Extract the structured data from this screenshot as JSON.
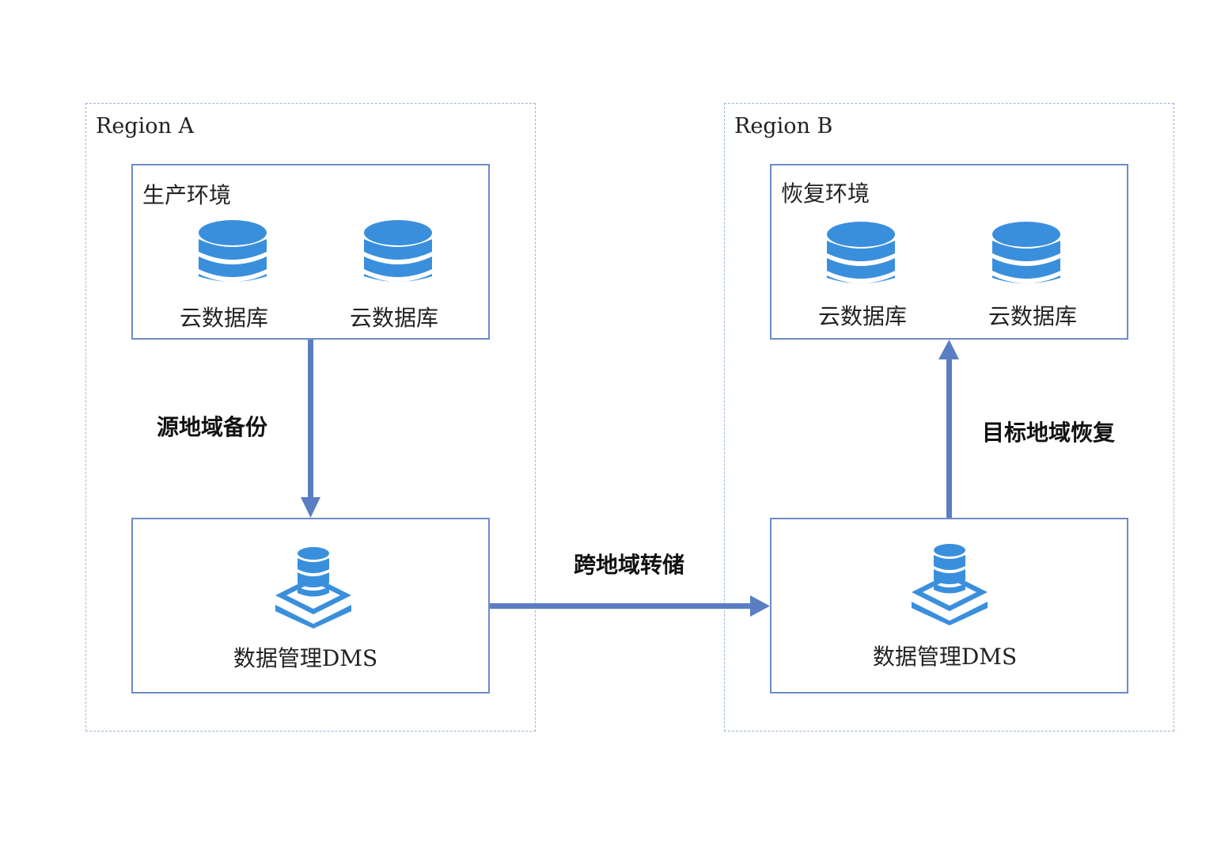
{
  "region_a": {
    "title": "Region A",
    "env_title": "生产环境",
    "databases": [
      {
        "label": "云数据库"
      },
      {
        "label": "云数据库"
      }
    ],
    "dms_label": "数据管理DMS"
  },
  "region_b": {
    "title": "Region B",
    "env_title": "恢复环境",
    "databases": [
      {
        "label": "云数据库"
      },
      {
        "label": "云数据库"
      }
    ],
    "dms_label": "数据管理DMS"
  },
  "flows": {
    "source_backup": "源地域备份",
    "cross_region_transfer": "跨地域转储",
    "target_restore": "目标地域恢复"
  },
  "colors": {
    "icon_blue": "#3a8fdd",
    "arrow_blue": "#5b7ec2",
    "box_border": "#6d8cc8",
    "region_border": "#9cb4d8"
  }
}
